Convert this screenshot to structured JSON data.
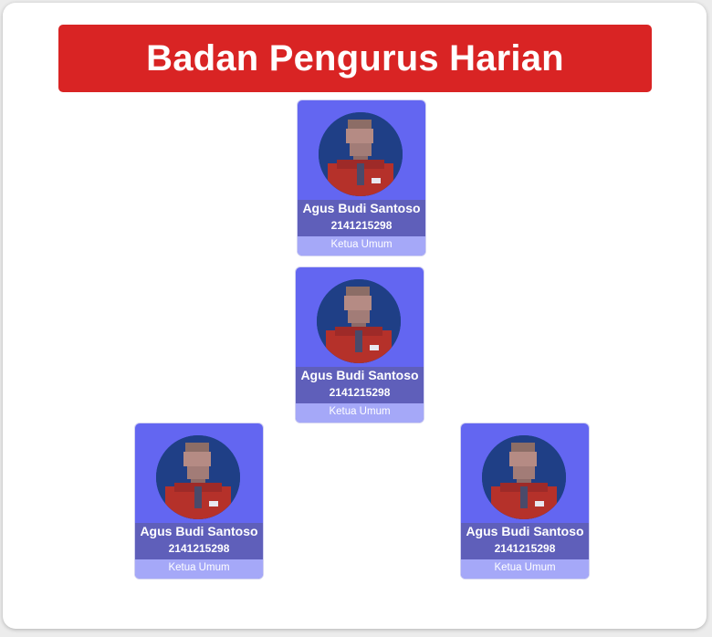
{
  "page": {
    "title": "Badan Pengurus Harian"
  },
  "members": [
    {
      "name": "Agus Budi Santoso",
      "nim": "2141215298",
      "role": "Ketua Umum"
    },
    {
      "name": "Agus Budi Santoso",
      "nim": "2141215298",
      "role": "Ketua Umum"
    },
    {
      "name": "Agus Budi Santoso",
      "nim": "2141215298",
      "role": "Ketua Umum"
    },
    {
      "name": "Agus Budi Santoso",
      "nim": "2141215298",
      "role": "Ketua Umum"
    }
  ],
  "colors": {
    "banner": "#d92424",
    "card": "#6366f1",
    "name_band": "#5f5fba",
    "role_band": "#a5a8f8"
  }
}
